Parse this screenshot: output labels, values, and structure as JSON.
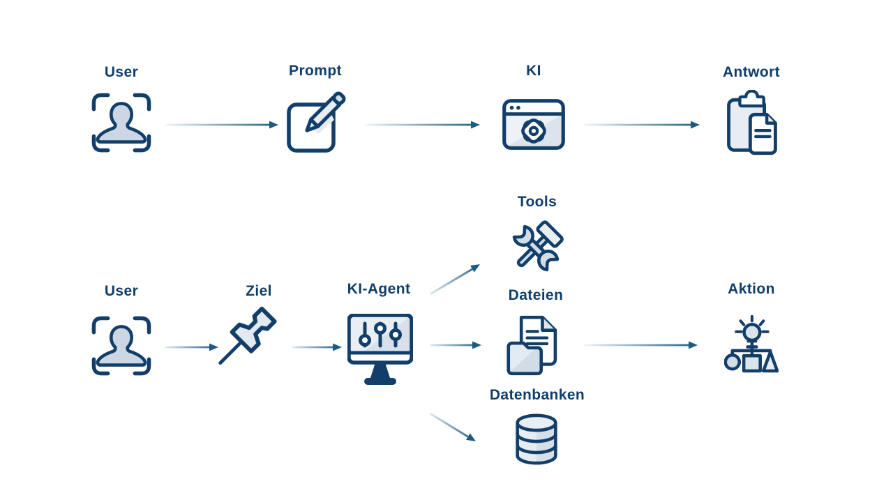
{
  "diagram": {
    "background": "#ffffff",
    "palette": {
      "outline_navy": "#123f6a",
      "label_text": "#0f3e6a",
      "fill_medium": "#d3dde7",
      "fill_light": "#e8edf3",
      "arrow_gradient_start": "#f0f5f8",
      "arrow_gradient_end": "#1d5a80"
    },
    "top_flow": {
      "nodes": [
        {
          "id": "user_top",
          "label": "User",
          "icon": "user-scan-icon"
        },
        {
          "id": "prompt",
          "label": "Prompt",
          "icon": "note-pencil-icon"
        },
        {
          "id": "ki",
          "label": "KI",
          "icon": "browser-gear-icon"
        },
        {
          "id": "antwort",
          "label": "Antwort",
          "icon": "clipboard-document-icon"
        }
      ],
      "edges": [
        {
          "from": "User",
          "to": "Prompt"
        },
        {
          "from": "Prompt",
          "to": "KI"
        },
        {
          "from": "KI",
          "to": "Antwort"
        }
      ]
    },
    "bottom_flow": {
      "nodes": [
        {
          "id": "user_bottom",
          "label": "User",
          "icon": "user-scan-icon"
        },
        {
          "id": "ziel",
          "label": "Ziel",
          "icon": "pushpin-icon"
        },
        {
          "id": "ki_agent",
          "label": "KI-Agent",
          "icon": "monitor-sliders-icon"
        },
        {
          "id": "tools",
          "label": "Tools",
          "icon": "wrench-hammer-icon"
        },
        {
          "id": "dateien",
          "label": "Dateien",
          "icon": "document-folder-icon"
        },
        {
          "id": "datenbanken",
          "label": "Datenbanken",
          "icon": "database-icon"
        },
        {
          "id": "aktion",
          "label": "Aktion",
          "icon": "idea-flowchart-icon"
        }
      ],
      "edges": [
        {
          "from": "User",
          "to": "Ziel"
        },
        {
          "from": "Ziel",
          "to": "KI-Agent"
        },
        {
          "from": "KI-Agent",
          "to": "Tools"
        },
        {
          "from": "KI-Agent",
          "to": "Dateien"
        },
        {
          "from": "KI-Agent",
          "to": "Datenbanken"
        },
        {
          "from": "Dateien",
          "to": "Aktion"
        }
      ]
    }
  }
}
